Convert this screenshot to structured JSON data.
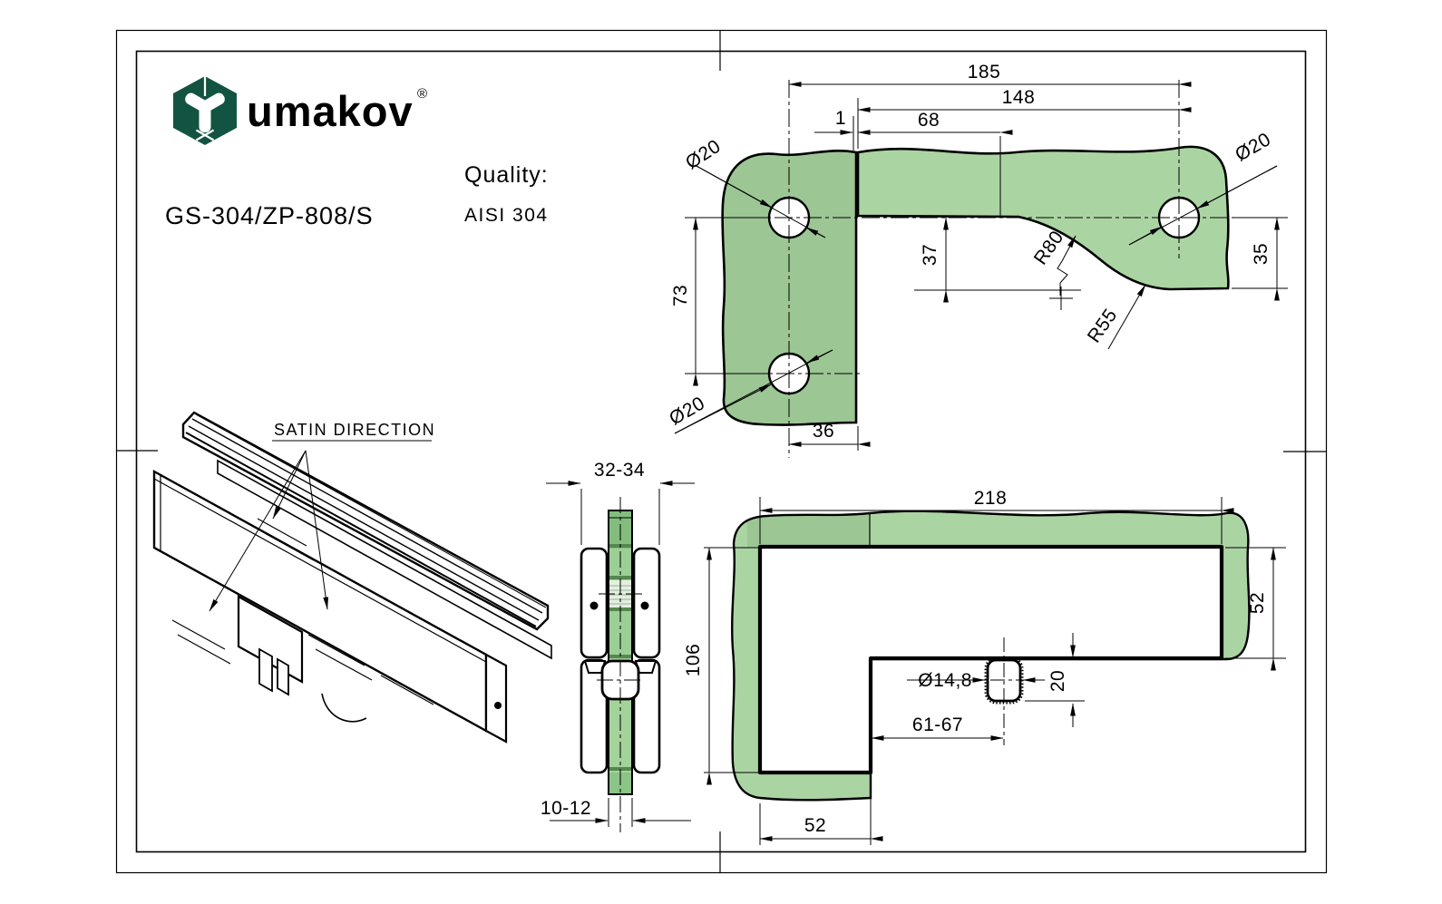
{
  "colors": {
    "logo_green": "#125441",
    "glass_light": "#abd4a3",
    "glass_dark": "#9cc694",
    "line_black": "#000000"
  },
  "header": {
    "brand": "umakov",
    "registered": "®",
    "product_code": "GS-304/ZP-808/S",
    "quality_label": "Quality:",
    "quality_value": "AISI 304"
  },
  "iso_view": {
    "satin_label": "SATIN DIRECTION"
  },
  "glass_prep_view": {
    "dims": {
      "overall": "185",
      "to_edge": "148",
      "edge_to_hole": "68",
      "gap": "1",
      "hole_spacing": "73",
      "edge_offset": "36",
      "notch_depth": "37",
      "lobe_height": "35",
      "radius_large": "R80",
      "radius_small": "R55",
      "hole_top_left": "Ø20",
      "hole_bottom_left": "Ø20",
      "hole_right": "Ø20"
    }
  },
  "section_view": {
    "dims": {
      "fitting_thickness": "32-34",
      "glass_thickness": "10-12"
    }
  },
  "front_view": {
    "dims": {
      "length": "218",
      "height": "106",
      "right_height": "52",
      "leg_width": "52",
      "pin_hole": "Ø14,8",
      "pin_height": "20",
      "pin_offset": "61-67"
    }
  }
}
